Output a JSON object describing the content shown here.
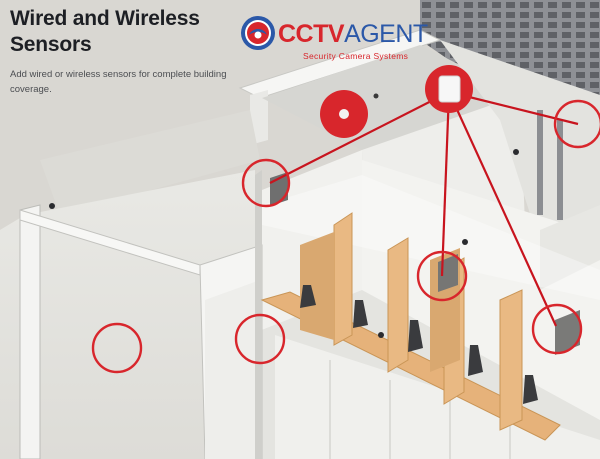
{
  "header": {
    "title": "Wired and Wireless Sensors",
    "subtitle": "Add wired or wireless sensors for complete building coverage."
  },
  "brand": {
    "name_main": "CCTV",
    "name_sub": "AGENT",
    "tagline": "Security Camera Systems",
    "colors": {
      "red": "#d8262c",
      "blue": "#2b58a8"
    }
  },
  "diagram": {
    "hub": {
      "icon": "wireless-hub-icon",
      "color": "#d8262c"
    },
    "sensor_marker_color": "#d8262c",
    "sensor_count": 7,
    "colors": {
      "wall": "#f2f2f0",
      "floor": "#e6e6e2",
      "shelf": "#e8b47a",
      "link": "#c8141e"
    }
  }
}
